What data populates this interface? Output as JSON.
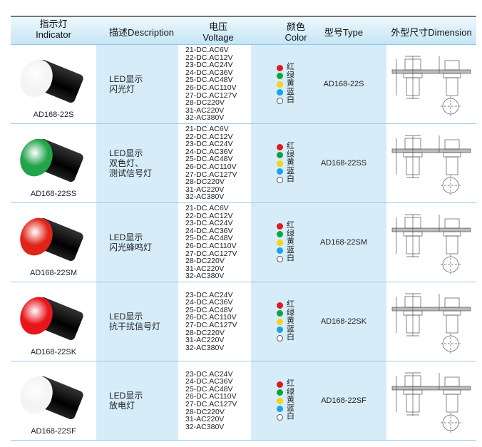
{
  "header": [
    {
      "zh": "指示灯",
      "en": "Indicator"
    },
    {
      "zh": "描述",
      "en": "Description"
    },
    {
      "zh": "电压",
      "en": "Voltage"
    },
    {
      "zh": "颜色",
      "en": "Color"
    },
    {
      "zh": "型号",
      "en": "Type"
    },
    {
      "zh": "外型尺寸",
      "en": "Dimension"
    }
  ],
  "colors": [
    {
      "label": "红",
      "hex": "#e0191c"
    },
    {
      "label": "绿",
      "hex": "#12a23a"
    },
    {
      "label": "黄",
      "hex": "#f6d21a"
    },
    {
      "label": "蓝",
      "hex": "#1aa3e6"
    },
    {
      "label": "白",
      "hex": "#ffffff"
    }
  ],
  "rows": [
    {
      "model": "AD168-22S",
      "lens": "#f4f4f4",
      "desc": [
        "LED显示",
        "闪光灯"
      ],
      "voltage": [
        "21-DC.AC6V",
        "22-DC.AC12V",
        "23-DC.AC24V",
        "24-DC.AC36V",
        "25-DC.AC48V",
        "26-DC.AC110V",
        "27-DC.AC127V",
        "28-DC220V",
        "31-AC220V",
        "32-AC380V"
      ],
      "type": "AD168-22S"
    },
    {
      "model": "AD168-22SS",
      "lens": "#22a44a",
      "desc": [
        "LED显示",
        "双色灯、",
        "测试信号灯"
      ],
      "voltage": [
        "21-DC.AC6V",
        "22-DC.AC12V",
        "23-DC.AC24V",
        "24-DC.AC36V",
        "25-DC.AC48V",
        "26-DC.AC110V",
        "27-DC.AC127V",
        "28-DC220V",
        "31-AC220V",
        "32-AC380V"
      ],
      "type": "AD168-22SS"
    },
    {
      "model": "AD168-22SM",
      "lens": "#e02418",
      "desc": [
        "LED显示",
        "闪光蜂鸣灯"
      ],
      "voltage": [
        "21-DC.AC6V",
        "22-DC.AC12V",
        "23-DC.AC24V",
        "24-DC.AC36V",
        "25-DC.AC48V",
        "26-DC.AC110V",
        "27-DC.AC127V",
        "28-DC220V",
        "31-AC220V",
        "32-AC380V"
      ],
      "type": "AD168-22SM"
    },
    {
      "model": "AD168-22SK",
      "lens": "#e8161c",
      "desc": [
        "LED显示",
        "抗干扰信号灯"
      ],
      "voltage": [
        "23-DC.AC24V",
        "24-DC.AC36V",
        "25-DC.AC48V",
        "26-DC.AC110V",
        "27-DC.AC127V",
        "28-DC220V",
        "31-AC220V",
        "32-AC380V"
      ],
      "type": "AD168-22SK"
    },
    {
      "model": "AD168-22SF",
      "lens": "#f4f4f4",
      "desc": [
        "LED显示",
        "放电灯"
      ],
      "voltage": [
        "23-DC.AC24V",
        "24-DC.AC36V",
        "25-DC.AC48V",
        "26-DC.AC110V",
        "27-DC.AC127V",
        "28-DC220V",
        "31-AC220V",
        "32-AC380V"
      ],
      "type": "AD168-22SF"
    }
  ]
}
